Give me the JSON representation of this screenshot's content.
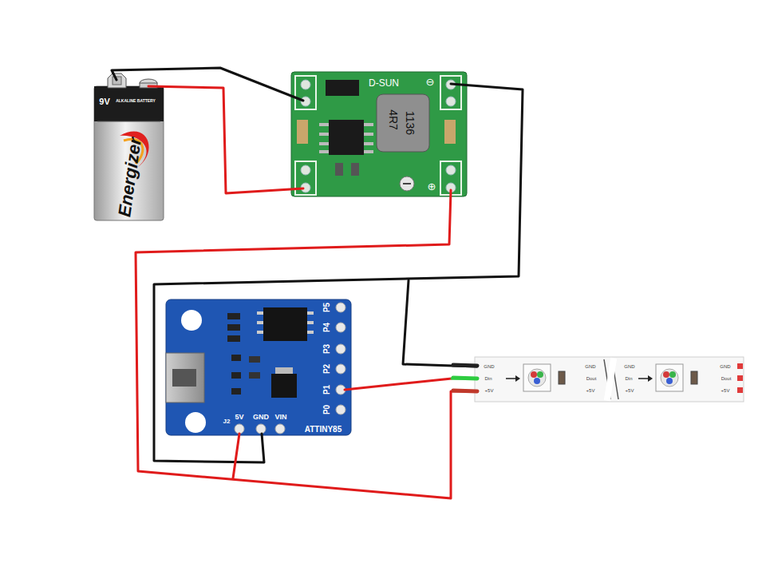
{
  "diagram": {
    "labels": [
      "9V",
      "ALKALINE BATTERY",
      "Energizer",
      "D-SUN",
      "⊖",
      "4R7",
      "1136",
      "⊕",
      "P5",
      "P4",
      "P3",
      "P2",
      "P1",
      "P0",
      "J2",
      "5V",
      "GND",
      "VIN",
      "ATTINY85",
      "GND",
      "Din",
      "+5V",
      "GND",
      "Dout",
      "+5V",
      "GND",
      "Din",
      "+5V",
      "GND",
      "Dout",
      "+5V"
    ]
  }
}
